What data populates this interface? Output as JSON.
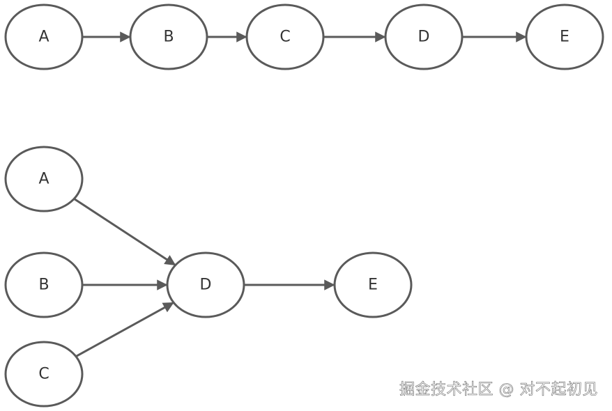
{
  "diagrams": [
    {
      "id": "top",
      "nodes": [
        {
          "id": "top-A",
          "label": "A"
        },
        {
          "id": "top-B",
          "label": "B"
        },
        {
          "id": "top-C",
          "label": "C"
        },
        {
          "id": "top-D",
          "label": "D"
        },
        {
          "id": "top-E",
          "label": "E"
        }
      ],
      "edges": [
        {
          "from": "top-A",
          "to": "top-B"
        },
        {
          "from": "top-B",
          "to": "top-C"
        },
        {
          "from": "top-C",
          "to": "top-D"
        },
        {
          "from": "top-D",
          "to": "top-E"
        }
      ]
    },
    {
      "id": "bottom",
      "nodes": [
        {
          "id": "bot-A",
          "label": "A"
        },
        {
          "id": "bot-B",
          "label": "B"
        },
        {
          "id": "bot-C",
          "label": "C"
        },
        {
          "id": "bot-D",
          "label": "D"
        },
        {
          "id": "bot-E",
          "label": "E"
        }
      ],
      "edges": [
        {
          "from": "bot-A",
          "to": "bot-D"
        },
        {
          "from": "bot-B",
          "to": "bot-D"
        },
        {
          "from": "bot-C",
          "to": "bot-D"
        },
        {
          "from": "bot-D",
          "to": "bot-E"
        }
      ]
    }
  ],
  "colors": {
    "stroke": "#5a5a5a",
    "text": "#333333",
    "background": "#ffffff"
  },
  "watermark": {
    "text": "掘金技术社区 @ 对不起初见"
  }
}
